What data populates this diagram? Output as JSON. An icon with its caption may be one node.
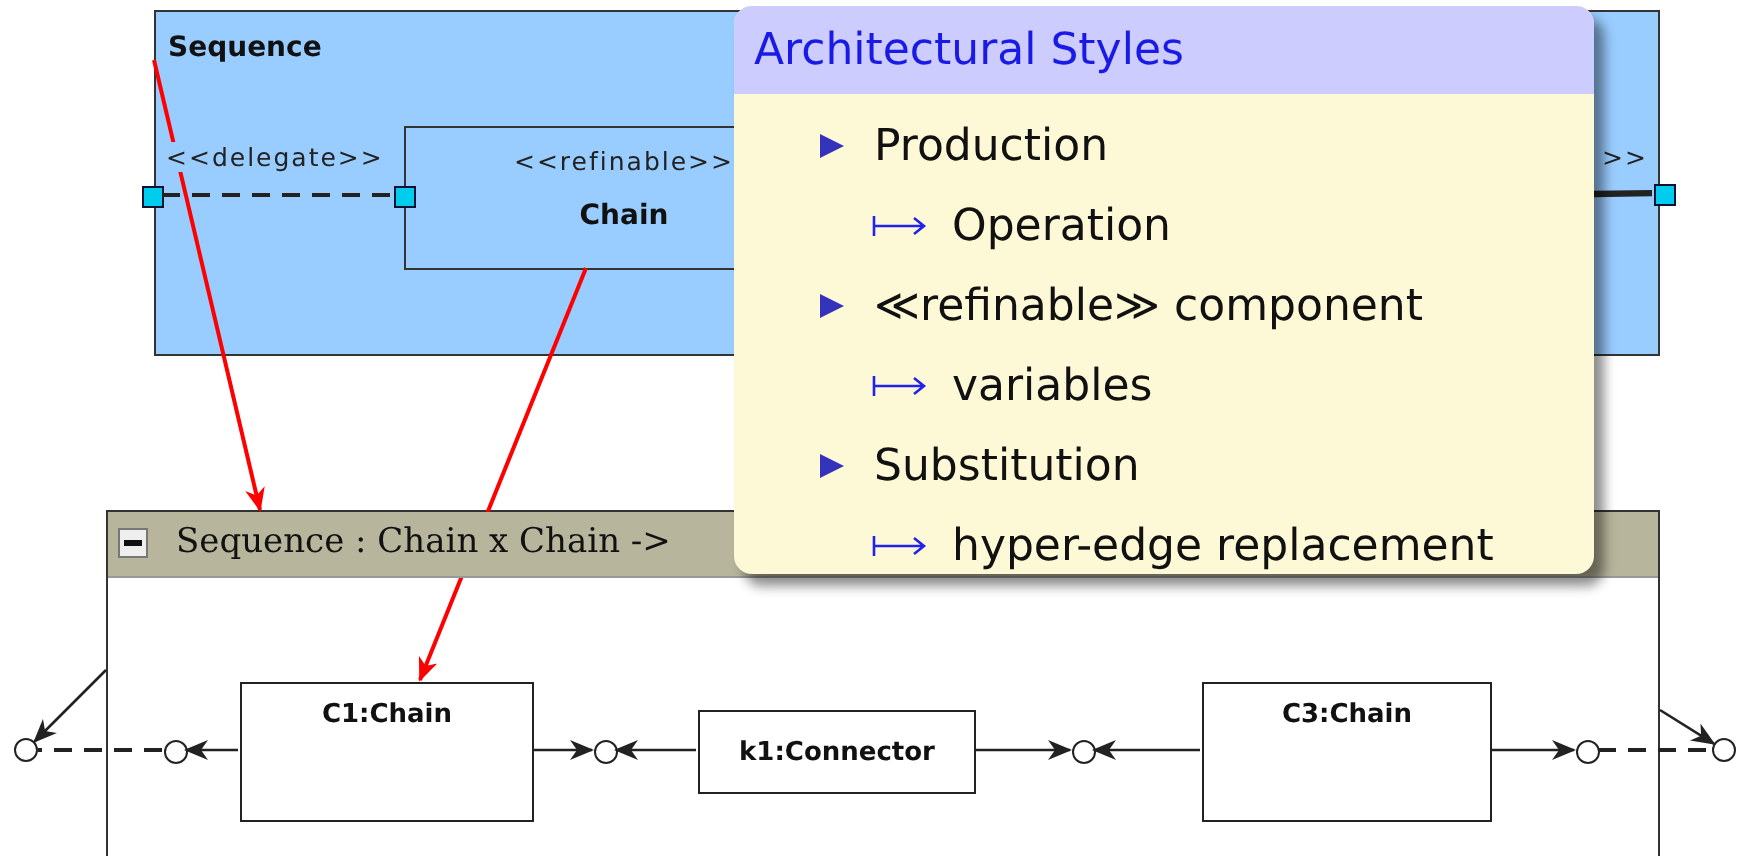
{
  "diagram": {
    "nodes": [
      {
        "text": [
          "Sequence"
        ]
      },
      {
        "text": [
          "<<refinable>>",
          "Chain"
        ],
        "in": 0
      },
      {
        "text": [],
        "shape": "box",
        "in": 0
      },
      {
        "text": [],
        "shape": "box",
        "in": 0
      },
      {
        "text": [],
        "shape": "box",
        "in": 0
      },
      {
        "text": [
          "Architectural Styles",
          "Production",
          "Operation",
          "≪refinable≫ component",
          "variables",
          "Substitution",
          "hyper-edge replacement"
        ]
      },
      {
        "text": [
          "Sequence : Chain x Chain ->"
        ]
      },
      {
        "text": [
          "C1:Chain"
        ],
        "in": 6
      },
      {
        "text": [
          "k1:Connector"
        ],
        "in": 6
      },
      {
        "text": [
          "C3:Chain"
        ],
        "in": 6
      },
      {
        "text": [],
        "shape": "circle"
      },
      {
        "text": [],
        "shape": "circle",
        "in": 6
      },
      {
        "text": [],
        "shape": "circle",
        "in": 6
      },
      {
        "text": [],
        "shape": "circle",
        "in": 6
      },
      {
        "text": [],
        "shape": "circle",
        "in": 6
      },
      {
        "text": [],
        "shape": "circle"
      }
    ],
    "edges": [
      {
        "from": 2,
        "to": 3,
        "arrow": "none",
        "label": "<<delegate>>",
        "style": "dashed"
      },
      {
        "from": 5,
        "to": 4,
        "arrow": "none",
        "label": ">>",
        "style": "thick"
      },
      {
        "from": 0,
        "to": 6,
        "arrow": "to",
        "color": "#ff0000"
      },
      {
        "from": 1,
        "to": 7,
        "arrow": "to",
        "color": "#ff0000"
      },
      {
        "from": 7,
        "to": 11,
        "arrow": "to"
      },
      {
        "from": 7,
        "to": 12,
        "arrow": "to"
      },
      {
        "from": 8,
        "to": 12,
        "arrow": "to"
      },
      {
        "from": 8,
        "to": 13,
        "arrow": "to"
      },
      {
        "from": 9,
        "to": 13,
        "arrow": "to"
      },
      {
        "from": 9,
        "to": 14,
        "arrow": "to"
      },
      {
        "from": 11,
        "to": 10,
        "arrow": "none",
        "style": "dashed"
      },
      {
        "from": 14,
        "to": 15,
        "arrow": "none",
        "style": "dashed"
      },
      {
        "from": 6,
        "to": 10,
        "arrow": "to"
      },
      {
        "from": 6,
        "to": 15,
        "arrow": "to"
      }
    ]
  }
}
